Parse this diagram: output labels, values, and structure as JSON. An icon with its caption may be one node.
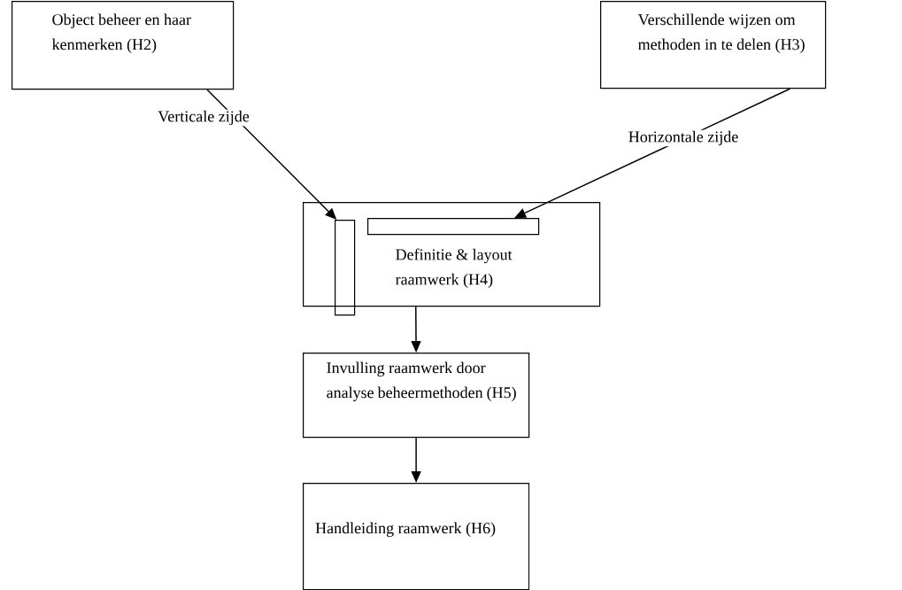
{
  "diagram": {
    "nodes": [
      {
        "text": [
          "Object beheer en haar kenmerken (H2)"
        ]
      },
      {
        "text": [
          "Verschillende wijzen om methoden in te delen (H3)"
        ]
      },
      {
        "text": [
          "Definitie & layout raamwerk (H4)"
        ]
      },
      {
        "text": [],
        "shape": "bar",
        "in": 2
      },
      {
        "text": [],
        "shape": "bar",
        "in": 2
      },
      {
        "text": [
          "Invulling raamwerk door analyse beheermethoden (H5)"
        ]
      },
      {
        "text": [
          "Handleiding raamwerk (H6)"
        ]
      }
    ],
    "edges": [
      {
        "from": 0,
        "to": 3,
        "arrow": "to",
        "label": "Verticale zijde"
      },
      {
        "from": 1,
        "to": 4,
        "arrow": "to",
        "label": "Horizontale zijde"
      },
      {
        "from": 2,
        "to": 5,
        "arrow": "to"
      },
      {
        "from": 5,
        "to": 6,
        "arrow": "to"
      }
    ]
  }
}
